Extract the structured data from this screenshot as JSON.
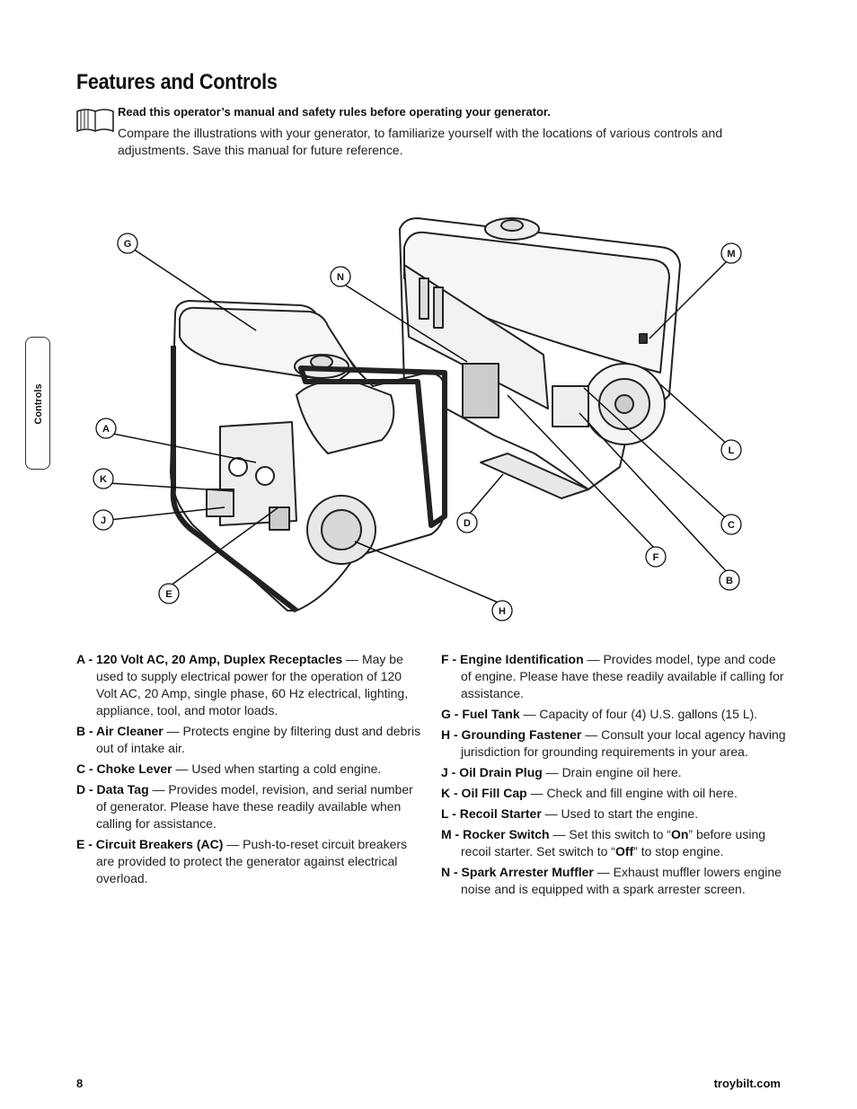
{
  "title": "Features and Controls",
  "intro": {
    "bold": "Read this operator’s manual and safety rules before operating your generator.",
    "text": "Compare the illustrations with your generator, to familiarize yourself with the locations of various controls and adjustments. Save this manual for future reference."
  },
  "side_tab": "Controls",
  "callouts": {
    "A": "A",
    "B": "B",
    "C": "C",
    "D": "D",
    "E": "E",
    "F": "F",
    "G": "G",
    "H": "H",
    "J": "J",
    "K": "K",
    "L": "L",
    "M": "M",
    "N": "N"
  },
  "features_left": [
    {
      "term": "A - 120 Volt AC, 20 Amp, Duplex Receptacles",
      "desc": " — May be used to supply electrical power for the operation of 120 Volt AC, 20 Amp, single phase, 60 Hz electrical, lighting, appliance, tool, and motor loads."
    },
    {
      "term": "B - Air Cleaner",
      "desc": " — Protects engine by filtering dust and debris out of intake air."
    },
    {
      "term": "C - Choke Lever",
      "desc": " — Used when starting a cold engine."
    },
    {
      "term": "D - Data Tag",
      "desc": " — Provides model, revision, and serial number of generator. Please have these readily available when calling for assistance."
    },
    {
      "term": "E - Circuit Breakers (AC)",
      "desc": " — Push-to-reset circuit breakers are provided to protect the generator against electrical overload."
    }
  ],
  "features_right": [
    {
      "term": "F - Engine Identification",
      "desc": " — Provides model, type and code of engine. Please have these readily available if calling for assistance."
    },
    {
      "term": "G - Fuel Tank",
      "desc": " — Capacity of four (4) U.S. gallons (15 L)."
    },
    {
      "term": "H - Grounding Fastener",
      "desc": " — Consult your local agency having jurisdiction for grounding requirements in your area."
    },
    {
      "term": "J - Oil Drain Plug",
      "desc": " — Drain engine oil here."
    },
    {
      "term": "K - Oil Fill Cap",
      "desc": " — Check and fill engine with oil here."
    },
    {
      "term": "L - Recoil Starter",
      "desc": " — Used to start the engine."
    },
    {
      "term": "N - Spark Arrester Muffler",
      "desc": " — Exhaust muffler lowers engine noise and is equipped with a spark arrester screen."
    }
  ],
  "rocker": {
    "term": "M - Rocker Switch",
    "t1": " — Set this switch to “",
    "on": "On",
    "t2": "” before using recoil starter. Set switch to “",
    "off": "Off",
    "t3": "” to stop engine."
  },
  "footer": {
    "page": "8",
    "site": "troybilt.com"
  }
}
